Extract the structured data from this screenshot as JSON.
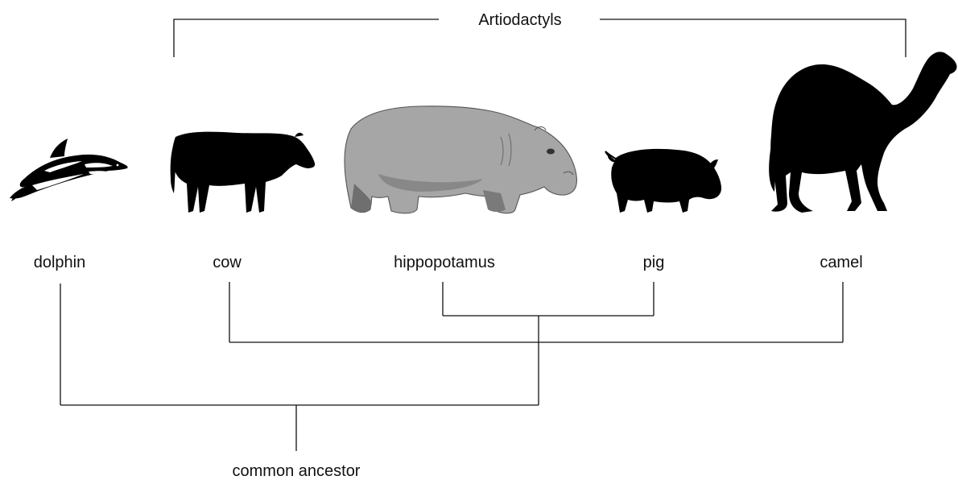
{
  "group_label": "Artiodactyls",
  "taxa": [
    {
      "id": "dolphin",
      "label": "dolphin",
      "icon": "dolphin-icon",
      "color": "#000000"
    },
    {
      "id": "cow",
      "label": "cow",
      "icon": "cow-icon",
      "color": "#000000"
    },
    {
      "id": "hippopotamus",
      "label": "hippopotamus",
      "icon": "hippopotamus-icon",
      "color": "#a6a6a6"
    },
    {
      "id": "pig",
      "label": "pig",
      "icon": "pig-icon",
      "color": "#000000"
    },
    {
      "id": "camel",
      "label": "camel",
      "icon": "camel-icon",
      "color": "#000000"
    }
  ],
  "root_label": "common ancestor",
  "tree": "(dolphin,(cow,(hippopotamus,pig),camel))"
}
